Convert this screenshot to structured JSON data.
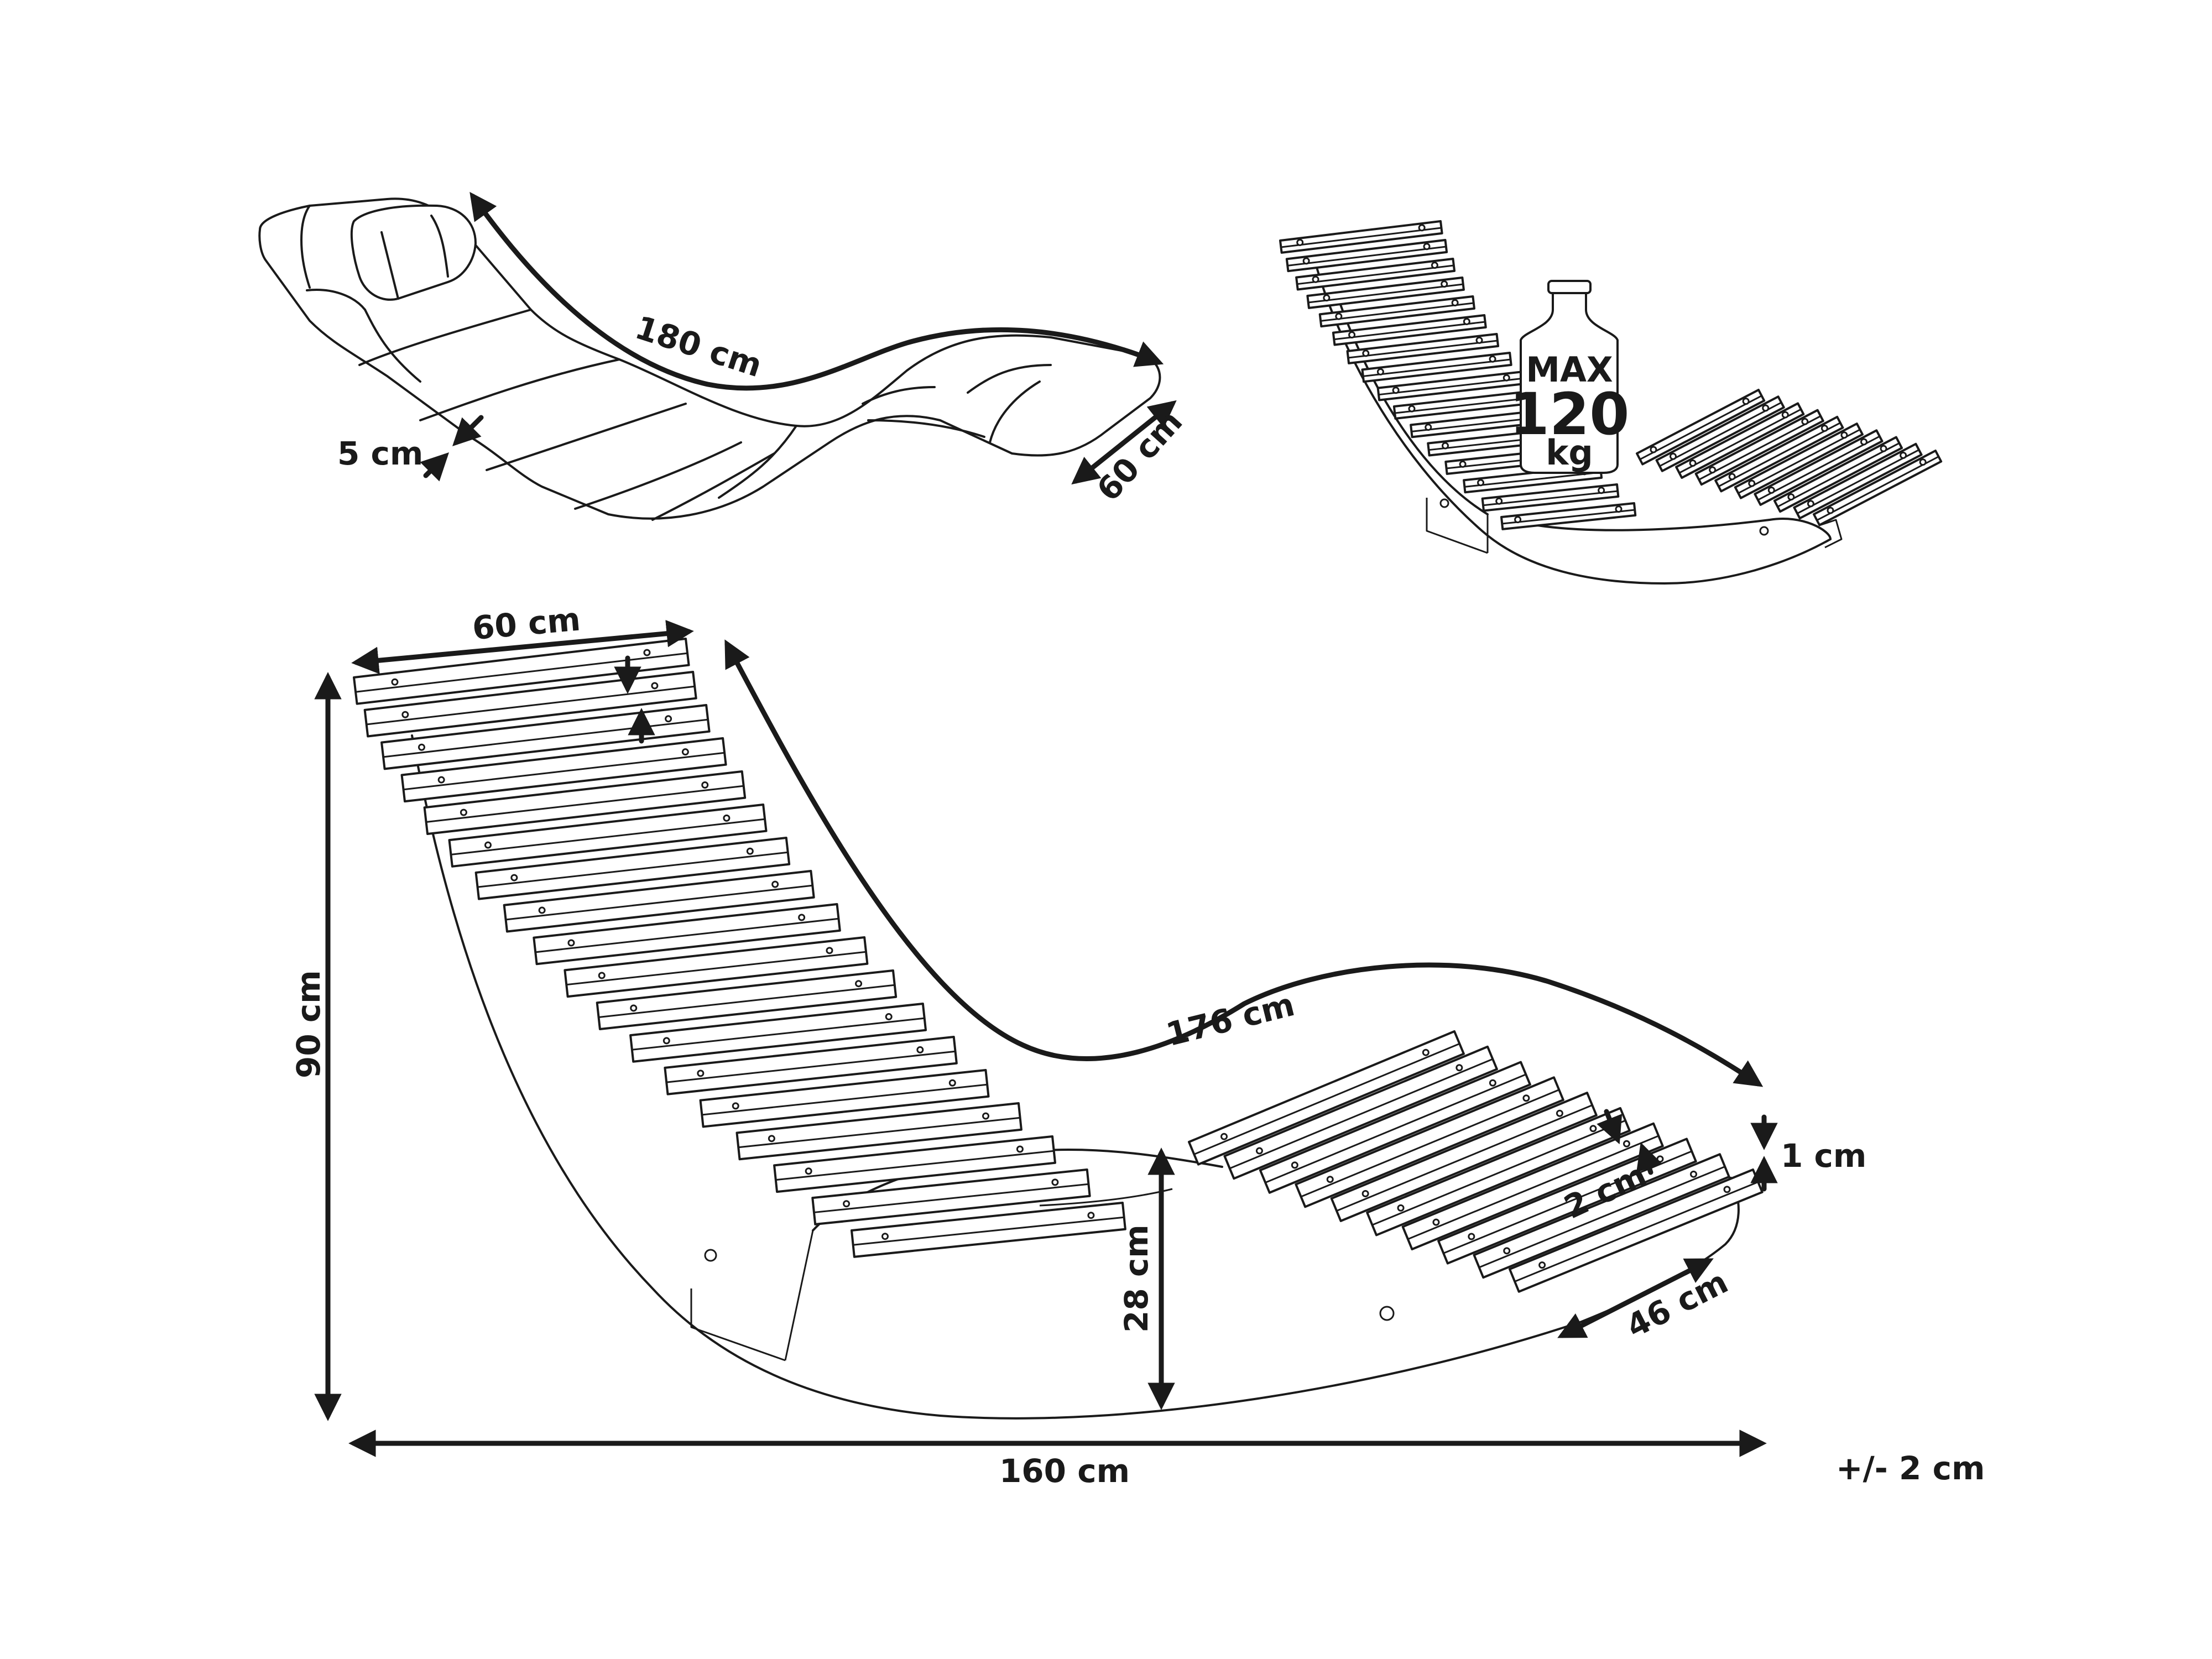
{
  "colors": {
    "line": "#1a1a1a",
    "background": "#ffffff"
  },
  "cushion_view": {
    "length_label": "180 cm",
    "width_label": "60 cm",
    "thickness_label": "5 cm"
  },
  "weight_view": {
    "max_label": "MAX",
    "value_label": "120",
    "unit_label": "kg"
  },
  "main_view": {
    "top_width_label": "60 cm",
    "height_label": "90 cm",
    "curve_length_label": "176 cm",
    "seat_height_label": "28 cm",
    "slat_thickness_label": "1 cm",
    "slat_gap_label": "2 cm",
    "foot_width_label": "46 cm",
    "total_length_label": "160 cm",
    "tolerance_label": "+/- 2 cm"
  }
}
